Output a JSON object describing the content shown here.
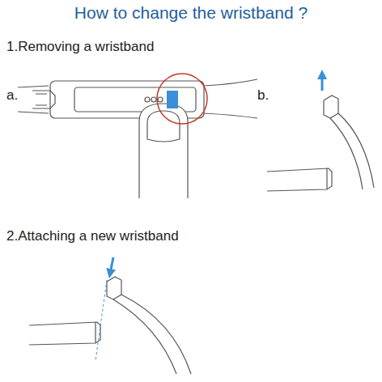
{
  "diagram": {
    "title": "How to change the wristband ?",
    "labels": [
      "1.Removing a wristband",
      "a.",
      "b.",
      "2.Attaching a new wristband"
    ]
  }
}
